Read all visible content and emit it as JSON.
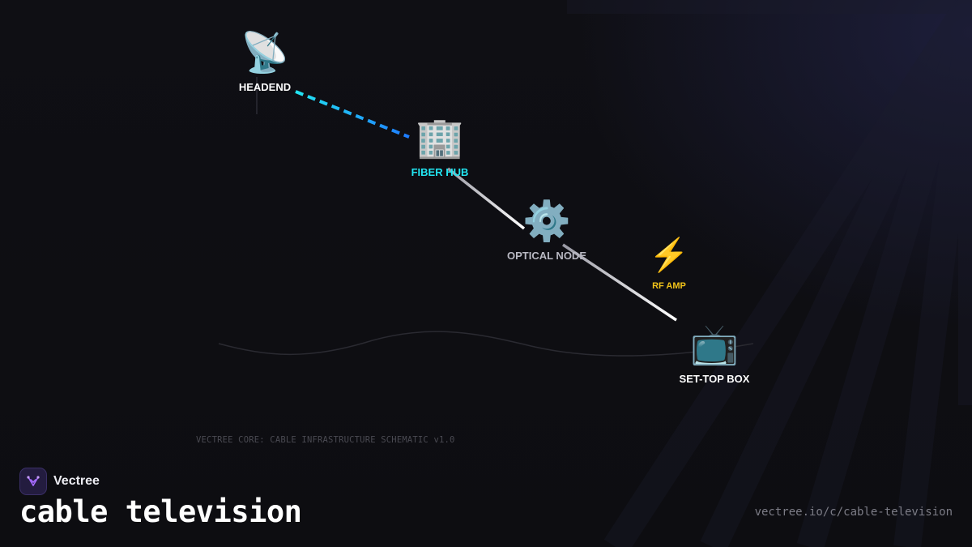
{
  "diagram": {
    "nodes": [
      {
        "id": "headend",
        "label": "HEADEND",
        "icon": "satellite-dish-icon",
        "glyph": "📡",
        "color": "#ffffff"
      },
      {
        "id": "fiber_hub",
        "label": "FIBER HUB",
        "icon": "office-building-icon",
        "glyph": "🏢",
        "color": "#22e6f2"
      },
      {
        "id": "optical_node",
        "label": "OPTICAL NODE",
        "icon": "gear-icon",
        "glyph": "⚙️",
        "color": "#b9b9c3"
      },
      {
        "id": "rf_amp",
        "label": "RF AMP",
        "icon": "lightning-bolt-icon",
        "glyph": "⚡",
        "color": "#f2c419"
      },
      {
        "id": "set_top_box",
        "label": "SET-TOP BOX",
        "icon": "television-icon",
        "glyph": "📺",
        "color": "#ffffff"
      }
    ],
    "links": [
      {
        "from": "headend",
        "to": "fiber_hub",
        "style": "dashed",
        "colors": [
          "#22e6f2",
          "#1e7bff"
        ]
      },
      {
        "from": "fiber_hub",
        "to": "optical_node",
        "style": "solid",
        "colors": [
          "#9a9aa4",
          "#ffffff"
        ]
      },
      {
        "from": "optical_node",
        "to": "set_top_box",
        "style": "solid",
        "colors": [
          "#9a9aa4",
          "#ffffff"
        ]
      }
    ],
    "caption": "VECTREE CORE: CABLE INFRASTRUCTURE SCHEMATIC v1.0"
  },
  "brand": {
    "name": "Vectree",
    "logo_icon": "vectree-logo-icon",
    "accent": "#a56bff"
  },
  "title": "cable television",
  "url": "vectree.io/c/cable-television",
  "colors": {
    "background": "#0e0e13",
    "cyan": "#22e6f2",
    "blue": "#1e7bff",
    "yellow": "#f2c419"
  }
}
